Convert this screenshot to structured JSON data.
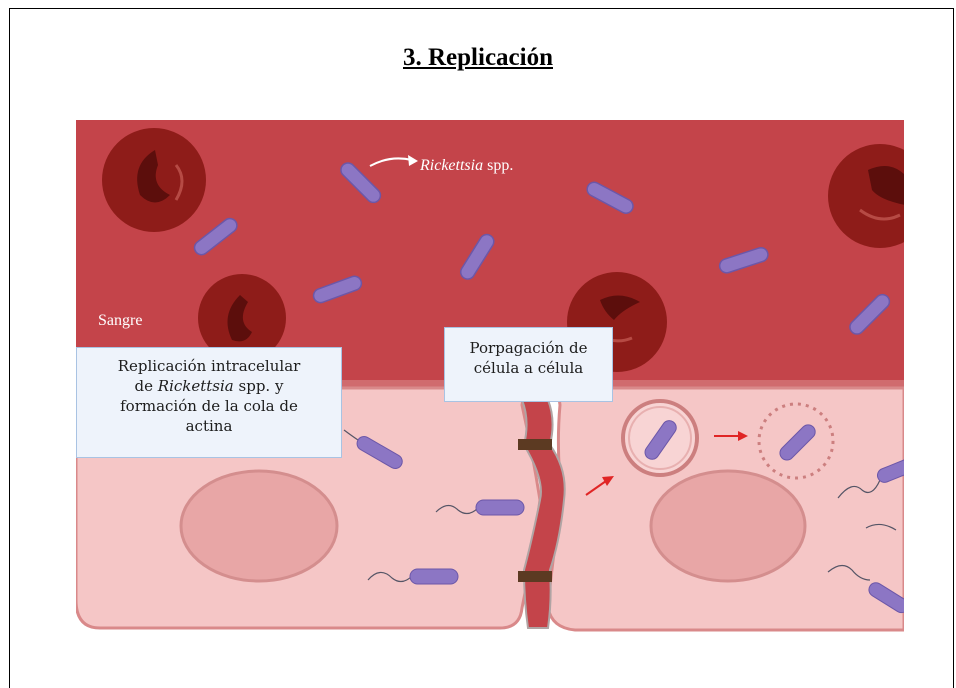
{
  "title": "3. Replicación",
  "labels": {
    "sangre": "Sangre",
    "rickettsia_italic": "Rickettsia",
    "rickettsia_suffix": " spp.",
    "intracellular_line1": "Replicación intracelular",
    "intracellular_line2_prefix": "de ",
    "intracellular_line2_italic": "Rickettsia",
    "intracellular_line2_suffix": " spp. y",
    "intracellular_line3": "formación de la cola de",
    "intracellular_line4": "actina",
    "propagation_line1": "Porpagación de",
    "propagation_line2": "célula a célula"
  },
  "colors": {
    "blood": "#c4444a",
    "blood_dark": "#b83a40",
    "rbc": "#8e1c19",
    "rbc_shadow": "#5c0e0c",
    "cell": "#f5c6c6",
    "cell_border": "#d9898a",
    "nucleus": "#e8a6a6",
    "bacterium": "#8c76c4",
    "bacterium_edge": "#6c57a8",
    "junction": "#5c3a22",
    "arrow_red": "#e02525"
  }
}
